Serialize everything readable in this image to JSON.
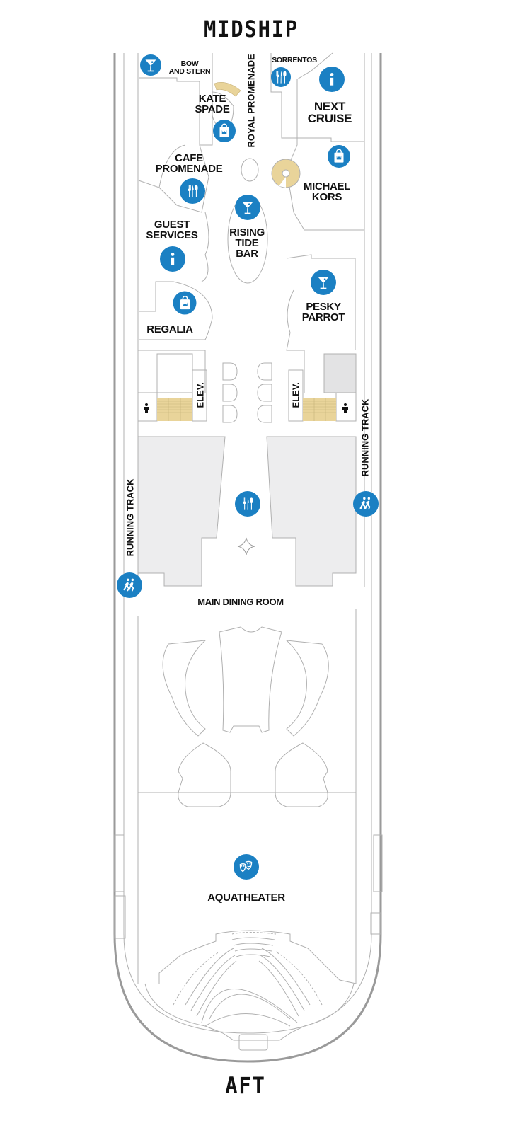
{
  "header": {
    "direction_top": "MIDSHIP",
    "direction_bottom": "AFT"
  },
  "colors": {
    "icon_blue": "#1b80c3",
    "stair_tan": "#e9d49a",
    "block_gray": "#ededee",
    "line_gray": "#a8a8a8"
  },
  "venues": {
    "bow_and_stern": {
      "line1": "BOW",
      "line2": "AND STERN",
      "icon": "cocktail-icon"
    },
    "sorrentos": {
      "name": "SORRENTOS",
      "icon": "dining-icon"
    },
    "next_cruise": {
      "line1": "NEXT",
      "line2": "CRUISE",
      "icon": "info-icon"
    },
    "kate_spade": {
      "line1": "KATE",
      "line2": "SPADE",
      "icon": "shopping-icon"
    },
    "royal_promenade": {
      "name": "ROYAL PROMENADE"
    },
    "cafe_promenade": {
      "line1": "CAFE",
      "line2": "PROMENADE",
      "icon": "dining-icon"
    },
    "michael_kors": {
      "line1": "MICHAEL",
      "line2": "KORS",
      "icon": "shopping-icon"
    },
    "rising_tide_bar": {
      "line1": "RISING",
      "line2": "TIDE",
      "line3": "BAR",
      "icon": "cocktail-icon"
    },
    "guest_services": {
      "line1": "GUEST",
      "line2": "SERVICES",
      "icon": "info-icon"
    },
    "pesky_parrot": {
      "line1": "PESKY",
      "line2": "PARROT",
      "icon": "cocktail-icon"
    },
    "regalia": {
      "name": "REGALIA",
      "icon": "shopping-icon"
    },
    "elevator_left": {
      "name": "ELEV."
    },
    "elevator_right": {
      "name": "ELEV."
    },
    "running_track_left": {
      "name": "RUNNING TRACK",
      "icon": "running-icon"
    },
    "running_track_right": {
      "name": "RUNNING TRACK",
      "icon": "running-icon"
    },
    "main_dining_room": {
      "name": "MAIN DINING ROOM",
      "icon": "dining-icon"
    },
    "aquatheater": {
      "name": "AQUATHEATER",
      "icon": "theater-masks-icon"
    }
  }
}
